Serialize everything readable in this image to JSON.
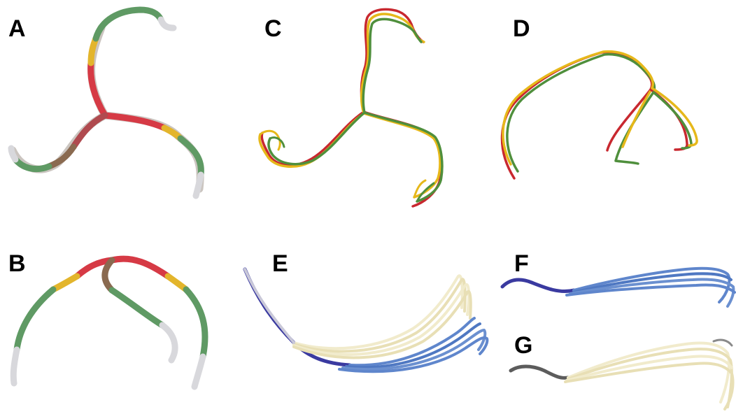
{
  "figure": {
    "panels": [
      {
        "id": "A",
        "label": "A",
        "colors": [
          "#d63a45",
          "#e3b52c",
          "#5f9a64",
          "#d8d8dc",
          "#8a6a50"
        ]
      },
      {
        "id": "B",
        "label": "B",
        "colors": [
          "#d63a45",
          "#e3b52c",
          "#5f9a64",
          "#d8d8dc",
          "#8a6a50"
        ]
      },
      {
        "id": "C",
        "label": "C",
        "colors": [
          "#c8282f",
          "#e6b81a",
          "#4f8f3c"
        ]
      },
      {
        "id": "D",
        "label": "D",
        "colors": [
          "#c8282f",
          "#e6b81a",
          "#4f8f3c"
        ]
      },
      {
        "id": "E",
        "label": "E",
        "colors": [
          "#3a3aa0",
          "#5f86cc",
          "#f1ebcc"
        ]
      },
      {
        "id": "F",
        "label": "F",
        "colors": [
          "#3a3aa0",
          "#5f86cc"
        ]
      },
      {
        "id": "G",
        "label": "G",
        "colors": [
          "#5c5c5c",
          "#f1ebcc"
        ]
      }
    ]
  }
}
